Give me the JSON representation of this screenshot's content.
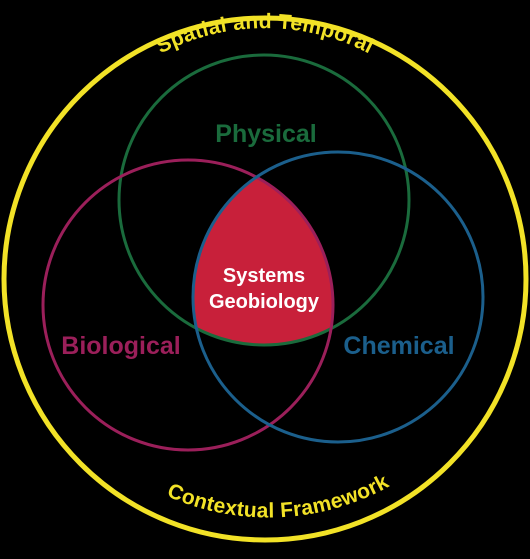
{
  "framework": {
    "top_label": "Spatial and Temporal",
    "bottom_label": "Contextual Framework",
    "color": "#f2e227"
  },
  "circles": {
    "physical": {
      "label": "Physical",
      "color": "#1a6b3c"
    },
    "biological": {
      "label": "Biological",
      "color": "#9b1f5a"
    },
    "chemical": {
      "label": "Chemical",
      "color": "#1b5f8c"
    }
  },
  "center": {
    "line1": "Systems",
    "line2": "Geobiology",
    "fill": "#c8203a",
    "text_color": "#ffffff"
  }
}
